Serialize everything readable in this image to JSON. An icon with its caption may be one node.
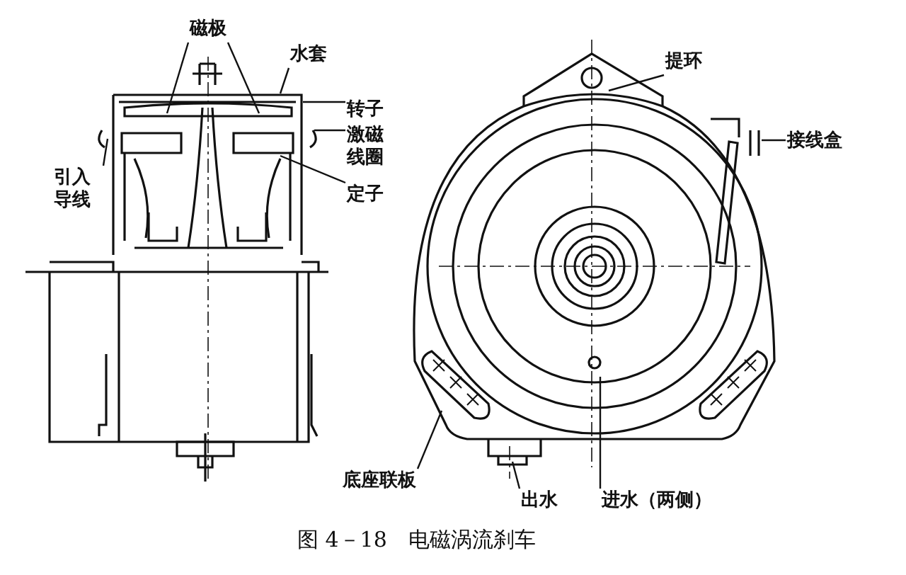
{
  "diagram": {
    "caption": "图 4－18　电磁涡流刹车",
    "nodes": [
      {
        "text": [
          "磁极"
        ]
      },
      {
        "text": [
          "水套"
        ]
      },
      {
        "text": [
          "转子"
        ]
      },
      {
        "text": [
          "激磁线圈"
        ]
      },
      {
        "text": [
          "定子"
        ]
      },
      {
        "text": [
          "引入导线"
        ]
      },
      {
        "text": [
          "提环"
        ]
      },
      {
        "text": [
          "接线盒"
        ]
      },
      {
        "text": [
          "底座联板"
        ]
      },
      {
        "text": [
          "出水"
        ]
      },
      {
        "text": [
          "进水（两侧）"
        ]
      }
    ],
    "edges": [
      {
        "from": 0,
        "to": null,
        "arrow": "none"
      },
      {
        "from": 0,
        "to": null,
        "arrow": "none"
      },
      {
        "from": 1,
        "to": null,
        "arrow": "none"
      },
      {
        "from": 2,
        "to": null,
        "arrow": "none"
      },
      {
        "from": 3,
        "to": null,
        "arrow": "none"
      },
      {
        "from": 4,
        "to": null,
        "arrow": "none"
      },
      {
        "from": 5,
        "to": null,
        "arrow": "none"
      },
      {
        "from": 6,
        "to": null,
        "arrow": "none"
      },
      {
        "from": 7,
        "to": null,
        "arrow": "none"
      },
      {
        "from": 8,
        "to": null,
        "arrow": "none"
      },
      {
        "from": 9,
        "to": null,
        "arrow": "none"
      },
      {
        "from": 10,
        "to": null,
        "arrow": "none"
      }
    ]
  }
}
